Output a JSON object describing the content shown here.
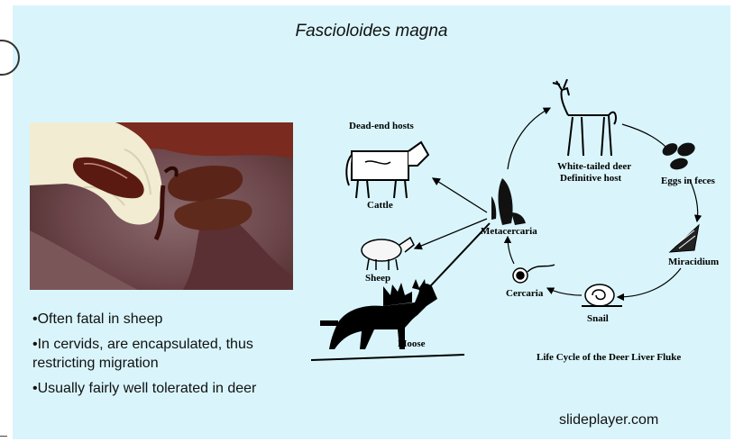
{
  "title": "Fascioloides magna",
  "bullets": [
    "•Often fatal in sheep",
    "•In cervids, are encapsulated, thus restricting migration",
    "•Usually fairly well tolerated in deer"
  ],
  "diagram": {
    "dead_end_heading": "Dead-end hosts",
    "cattle": "Cattle",
    "sheep": "Sheep",
    "moose": "Moose",
    "deer_line1": "White-tailed deer",
    "deer_line2": "Definitive host",
    "eggs": "Eggs in feces",
    "miracidium": "Miracidium",
    "snail": "Snail",
    "cercaria": "Cercaria",
    "metacercaria": "Metacercaria",
    "caption": "Life Cycle of the Deer Liver Fluke"
  },
  "source": "slideplayer.com"
}
